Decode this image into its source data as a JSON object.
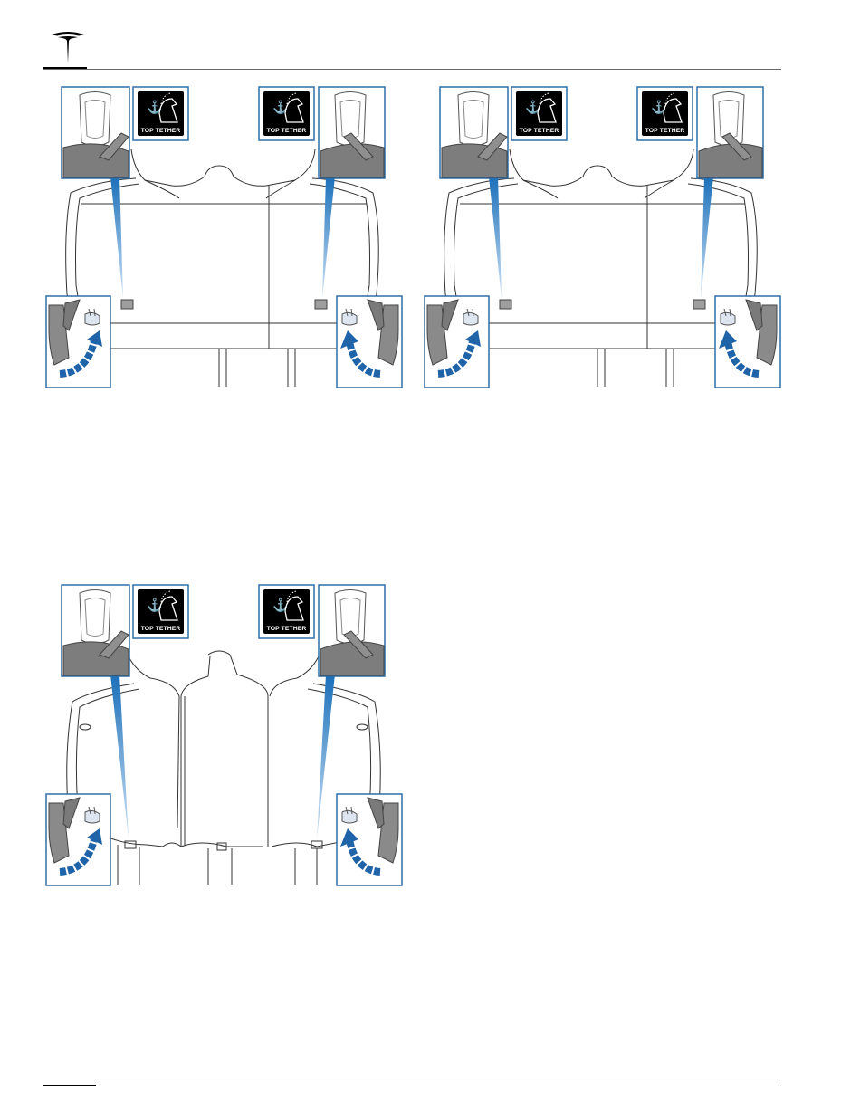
{
  "header": {
    "logo_icon": "tesla-logo-icon"
  },
  "figures": [
    {
      "id": "second-row-seats-a",
      "badges": [
        "TOP TETHER",
        "TOP TETHER"
      ]
    },
    {
      "id": "second-row-seats-b",
      "badges": [
        "TOP TETHER",
        "TOP TETHER"
      ]
    },
    {
      "id": "second-row-three-seats",
      "badges": [
        "TOP TETHER",
        "TOP TETHER"
      ]
    }
  ],
  "icons": {
    "anchor": "anchor-icon",
    "child_seat": "child-seat-icon",
    "tether_hook": "tether-hook-icon",
    "arrow": "curved-arrow-icon"
  },
  "colors": {
    "callout_border": "#2e6ea8",
    "pointer_blue": "#1a6fba",
    "arrow_blue": "#1f63a8",
    "seat_gray": "#7d7d7d",
    "badge_bg": "#000000"
  }
}
